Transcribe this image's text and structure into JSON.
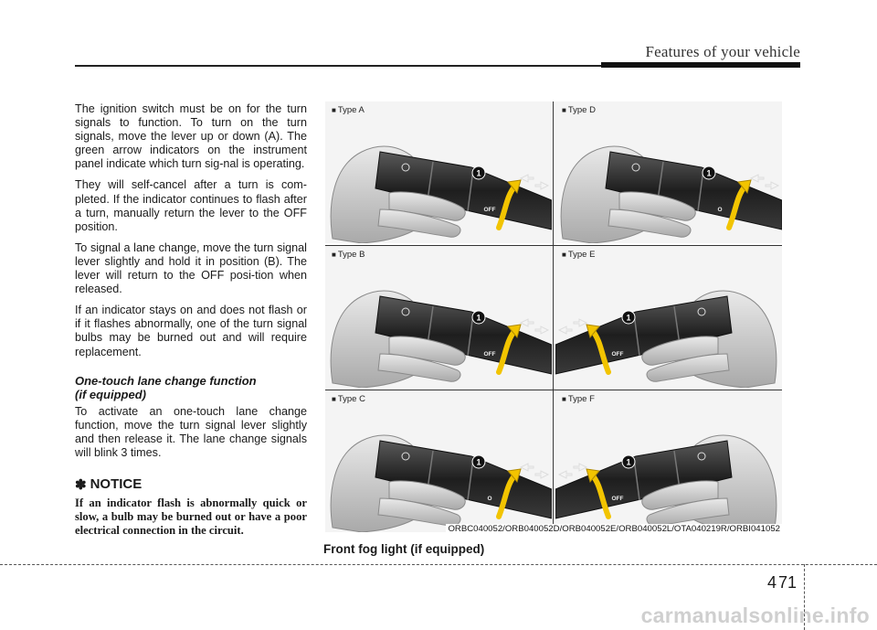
{
  "header": {
    "title": "Features of your vehicle"
  },
  "body": {
    "paragraphs": [
      "The ignition switch must be on for the turn signals to function. To turn on the turn signals, move the lever up or down (A). The green arrow indicators on the instrument panel indicate which turn sig-nal is operating.",
      "They will self-cancel after a turn is com-pleted. If the indicator continues to flash after a turn, manually return the lever to the OFF position.",
      "To signal a lane change, move the turn signal lever slightly and hold it in position (B). The lever will return to the OFF posi-tion when released.",
      "If an indicator stays on and does not flash or if it flashes abnormally, one of the turn signal bulbs may be burned out and will require replacement."
    ],
    "subheading_line1": "One-touch lane change function",
    "subheading_line2": "(if equipped)",
    "paragraph_after": "To activate an one-touch lane change function, move the turn signal lever slightly and then release it. The lane change signals will blink 3 times.",
    "notice_symbol": "✽",
    "notice_title": "NOTICE",
    "notice_text": "If an indicator flash is abnormally quick or slow, a bulb may be burned out or have a poor electrical connection in the circuit."
  },
  "figure": {
    "panels": [
      {
        "marker": "■",
        "label": "Type A",
        "lever_text": "OFF",
        "callout": "1",
        "mirrored": false
      },
      {
        "marker": "■",
        "label": "Type D",
        "lever_text": "O",
        "callout": "1",
        "mirrored": false
      },
      {
        "marker": "■",
        "label": "Type B",
        "lever_text": "OFF",
        "callout": "1",
        "mirrored": false
      },
      {
        "marker": "■",
        "label": "Type E",
        "lever_text": "OFF",
        "callout": "1",
        "mirrored": true
      },
      {
        "marker": "■",
        "label": "Type C",
        "lever_text": "O",
        "callout": "1",
        "mirrored": false
      },
      {
        "marker": "■",
        "label": "Type F",
        "lever_text": "OFF",
        "callout": "1",
        "mirrored": true
      }
    ],
    "code": "ORBC040052/ORB040052D/ORB040052E/ORB040052L/OTA040219R/ORBI041052"
  },
  "caption": "Front fog light (if equipped)",
  "footer": {
    "section": "4",
    "page": "71",
    "watermark": "carmanualsonline.info"
  }
}
